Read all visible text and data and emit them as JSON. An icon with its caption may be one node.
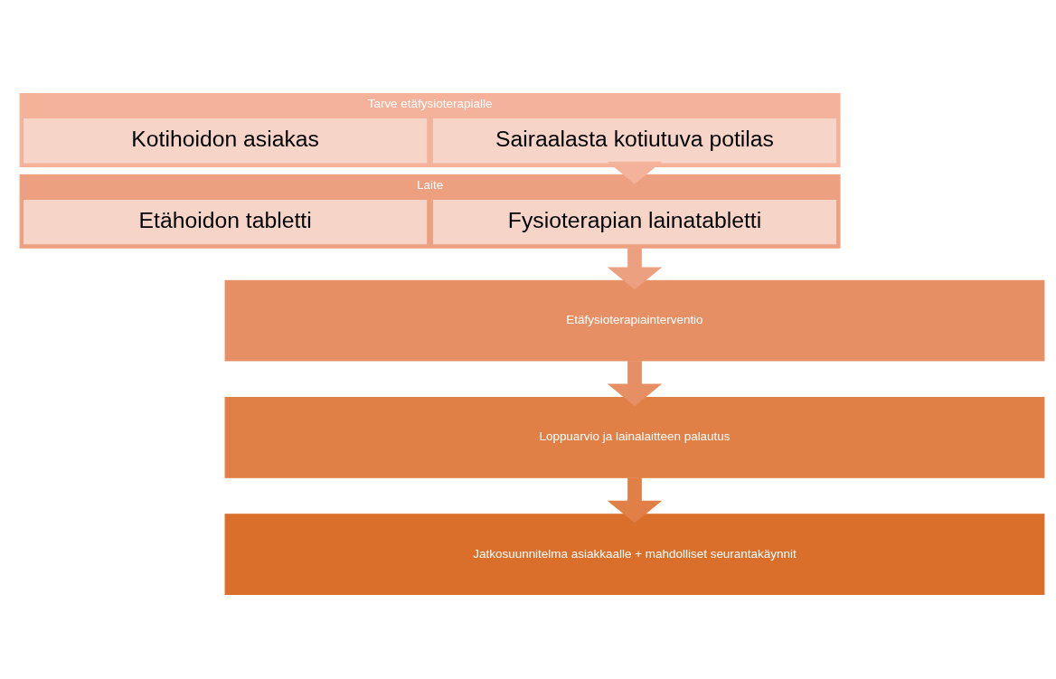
{
  "diagram": {
    "nodes": [
      {
        "text": [
          "Tarve etäfysioterapialle"
        ]
      },
      {
        "text": [
          "Sairaalasta kotiutuva potilas"
        ],
        "in": 0
      },
      {
        "text": [
          "Kotihoidon asiakas"
        ],
        "in": 0
      },
      {
        "text": [
          "Laite"
        ]
      },
      {
        "text": [
          "Fysioterapian lainatabletti"
        ],
        "in": 3
      },
      {
        "text": [
          "Etähoidon tabletti"
        ],
        "in": 3
      },
      {
        "text": [
          "Etäfysioterapiainterventio"
        ]
      },
      {
        "text": [
          "Loppuarvio ja lainalaitteen palautus"
        ]
      },
      {
        "text": [
          "Jatkosuunnitelma asiakkaalle + mahdolliset seurantakäynnit"
        ]
      }
    ],
    "edges": [
      {
        "from": 0,
        "to": 3,
        "arrow": "to",
        "color": "#f4b29b"
      },
      {
        "from": 3,
        "to": 6,
        "arrow": "to",
        "color": "#eda07f"
      },
      {
        "from": 6,
        "to": 7,
        "arrow": "to",
        "color": "#e68f64"
      },
      {
        "from": 7,
        "to": 8,
        "arrow": "to",
        "color": "#e07f46"
      }
    ]
  }
}
